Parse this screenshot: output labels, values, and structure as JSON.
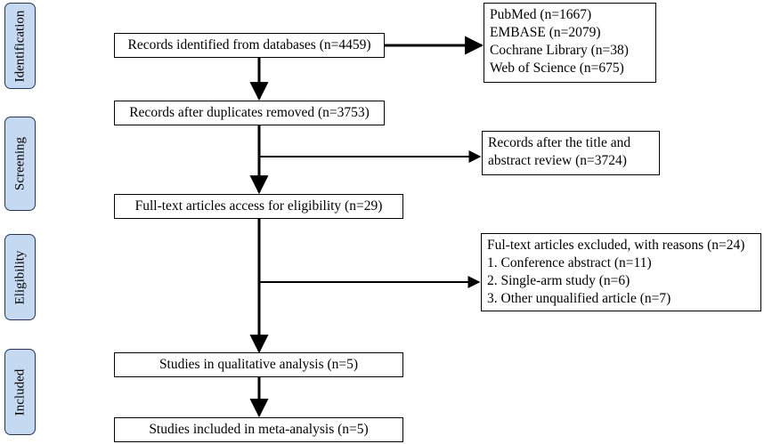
{
  "stages": [
    "Identification",
    "Screening",
    "Eligibility",
    "Included"
  ],
  "main_boxes": [
    "Records identified from databases (n=4459)",
    "Records after duplicates removed (n=3753)",
    "Full-text articles access for eligibility (n=29)",
    "Studies in qualitative analysis (n=5)",
    "Studies included in meta-analysis (n=5)"
  ],
  "databases": [
    "PubMed (n=1667)",
    "EMBASE (n=2079)",
    "Cochrane Library (n=38)",
    "Web of Science (n=675)"
  ],
  "screening_box": [
    "Records after the title and",
    "abstract review (n=3724)"
  ],
  "excluded": [
    "Ful-text articles excluded, with reasons (n=24)",
    "1. Conference abstract (n=11)",
    "2. Single-arm study (n=6)",
    "3. Other unqualified article (n=7)"
  ]
}
